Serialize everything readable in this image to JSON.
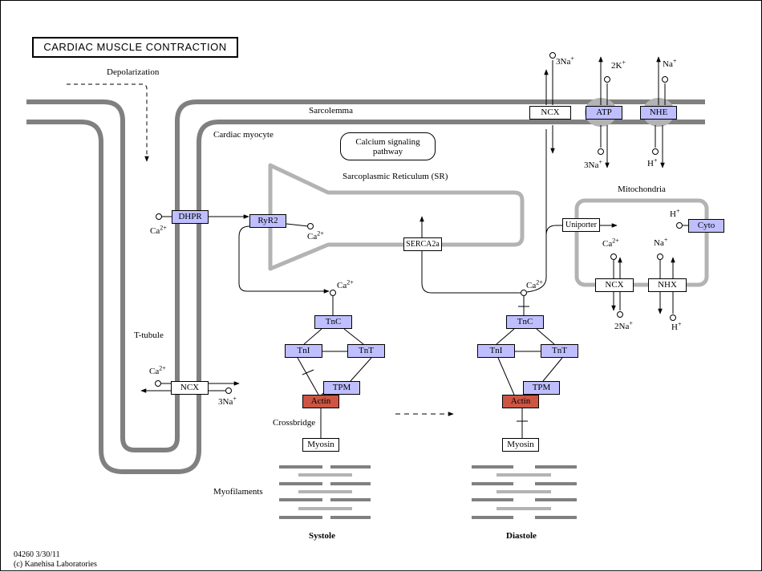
{
  "title": "CARDIAC MUSCLE CONTRACTION",
  "labels": {
    "depolarization": "Depolarization",
    "sarcolemma": "Sarcolemma",
    "cardiac_myocyte": "Cardiac myocyte",
    "sr": "Sarcoplasmic Reticulum (SR)",
    "mitochondria": "Mitochondria",
    "t_tubule": "T-tubule",
    "crossbridge": "Crossbridge",
    "myofilaments": "Myofilaments",
    "systole": "Systole",
    "diastole": "Diastole",
    "footer_id": "04260 3/30/11",
    "footer_copy": "(c) Kanehisa Laboratories"
  },
  "pathway_link": {
    "line1": "Calcium signaling",
    "line2": "pathway"
  },
  "ions": {
    "ca": "Ca",
    "ca_charge": "2+",
    "na3": "3Na",
    "na": "Na",
    "plus": "+",
    "k2": "2K",
    "h": "H",
    "na2": "2Na"
  },
  "genes": {
    "dhpr": "DHPR",
    "ryr2": "RyR2",
    "serca2a": "SERCA2a",
    "ncx": "NCX",
    "atp": "ATP",
    "nhe": "NHE",
    "uniporter": "Uniporter",
    "cyto": "Cyto",
    "nhx": "NHX",
    "tnc": "TnC",
    "tni": "TnI",
    "tnt": "TnT",
    "tpm": "TPM",
    "actin": "Actin",
    "myosin": "Myosin"
  },
  "colors": {
    "gene_blue": "#bfbfff",
    "actin_red": "#cc5544",
    "membrane": "#808080",
    "sr_membrane": "#b3b3b3"
  }
}
